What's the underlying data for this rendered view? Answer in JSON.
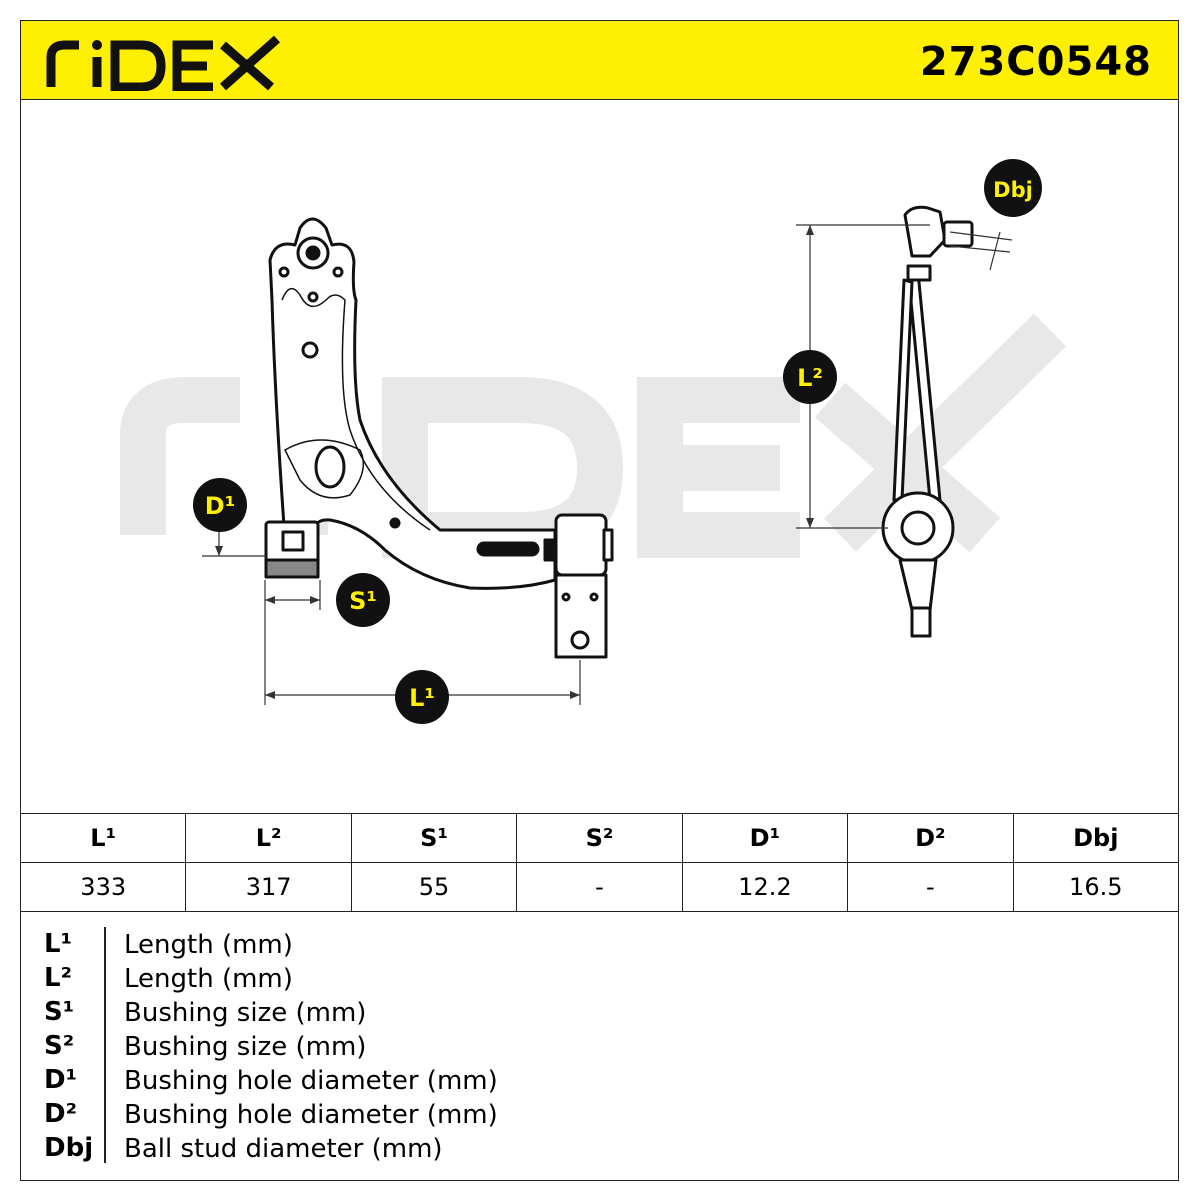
{
  "header": {
    "brand": "RIDEX",
    "part_number": "273C0548",
    "accent_color": "#ffef00"
  },
  "watermark": {
    "text": "RIDEX",
    "color": "#e6e6e6"
  },
  "dimension_badges": {
    "D1": "D¹",
    "S1": "S¹",
    "L1": "L¹",
    "L2": "L²",
    "Dbj": "Dbj"
  },
  "specs_table": {
    "headers": [
      "L¹",
      "L²",
      "S¹",
      "S²",
      "D¹",
      "D²",
      "Dbj"
    ],
    "values": [
      "333",
      "317",
      "55",
      "-",
      "12.2",
      "-",
      "16.5"
    ]
  },
  "legend": [
    {
      "code": "L¹",
      "description": "Length (mm)"
    },
    {
      "code": "L²",
      "description": "Length (mm)"
    },
    {
      "code": "S¹",
      "description": "Bushing size (mm)"
    },
    {
      "code": "S²",
      "description": "Bushing size (mm)"
    },
    {
      "code": "D¹",
      "description": "Bushing hole diameter (mm)"
    },
    {
      "code": "D²",
      "description": "Bushing hole diameter (mm)"
    },
    {
      "code": "Dbj",
      "description": "Ball stud diameter (mm)"
    }
  ]
}
